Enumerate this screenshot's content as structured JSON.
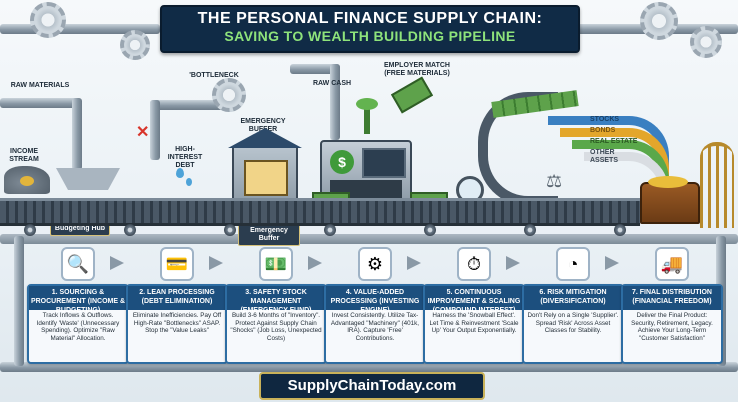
{
  "title": {
    "main": "The Personal Finance Supply Chain:",
    "subtitle": "Saving to Wealth Building Pipeline"
  },
  "scene_labels": {
    "raw_materials": "Raw Materials",
    "income_stream": "Income Stream",
    "budgeting_hub": "Budgeting Hub",
    "bottleneck": "'Bottleneck",
    "high_interest_debt": "High-Interest Debt",
    "emergency_buffer_top": "Emergency Buffer",
    "emergency_buffer_plate": "Emergency Buffer",
    "raw_cash": "Raw Cash",
    "employer_match": "Employer Match (Free Materials)",
    "assets": [
      "Stocks",
      "Bonds",
      "Real Estate",
      "Other Assets"
    ]
  },
  "asset_colors": [
    "#3a7fc1",
    "#e3a62b",
    "#5aa84a",
    "#d9dde2"
  ],
  "steps": [
    {
      "title": "1. Sourcing & Procurement (Income & Budgeting)",
      "body": "Track Inflows & Outflows. Identify 'Waste' (Unnecessary Spending). Optimize \"Raw Material\" Allocation.",
      "icon": "magnifier-icon",
      "glyph": "🔍"
    },
    {
      "title": "2. Lean Processing (Debt Elimination)",
      "body": "Eliminate Inefficiencies. Pay Off High-Rate \"Bottlenecks\" ASAP. Stop the \"Value Leaks\"",
      "icon": "credit-card-icon",
      "glyph": "💳"
    },
    {
      "title": "3. Safety Stock Management (Emergency Fund)",
      "body": "Build 3-6 Months of \"Inventory\". Protect Against Supply Chain \"Shocks\" (Job Loss, Unexpected Costs)",
      "icon": "cash-shield-icon",
      "glyph": "💵"
    },
    {
      "title": "4. Value-Added Processing (Investing Engine)",
      "body": "Invest Consistently. Utilize Tax-Advantaged \"Machinery\" (401k, IRA). Capture 'Free' Contributions.",
      "icon": "money-gear-icon",
      "glyph": "⚙"
    },
    {
      "title": "5. Continuous Improvement & Scaling (Compound Interest)",
      "body": "Harness the 'Snowball Effect'. Let Time & Reinvestment 'Scale Up' Your Output Exponentially.",
      "icon": "clock-growth-icon",
      "glyph": "⏱"
    },
    {
      "title": "6. Risk Mitigation (Diversification)",
      "body": "Don't Rely on a Single 'Supplier'. Spread 'Risk' Across Asset Classes for Stability.",
      "icon": "pie-chart-icon",
      "glyph": "◔"
    },
    {
      "title": "7. Final Distribution (Financial Freedom)",
      "body": "Deliver the Final Product: Security, Retirement, Legacy. Achieve Your Long-Term \"Customer Satisfaction\"",
      "icon": "delivery-truck-icon",
      "glyph": "🚚"
    }
  ],
  "footer": "SupplyChainToday.com"
}
